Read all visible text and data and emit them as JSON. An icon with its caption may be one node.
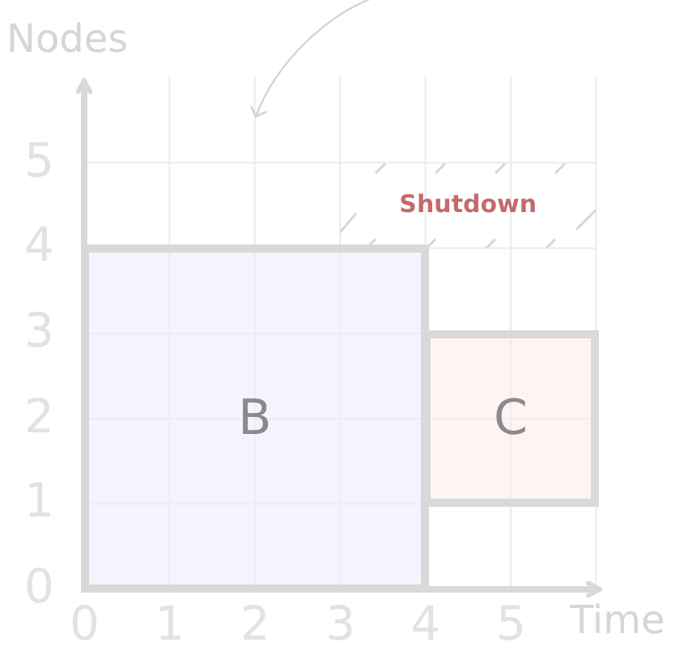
{
  "diagram": {
    "nodes": [
      {
        "text": [
          "Shutdown"
        ]
      },
      {
        "text": [
          "B"
        ]
      },
      {
        "text": [
          "C"
        ]
      }
    ],
    "labels": [
      "Nodes",
      "5",
      "4",
      "3",
      "2",
      "1",
      "0",
      "0",
      "1",
      "2",
      "3",
      "4",
      "5",
      "Time"
    ]
  }
}
